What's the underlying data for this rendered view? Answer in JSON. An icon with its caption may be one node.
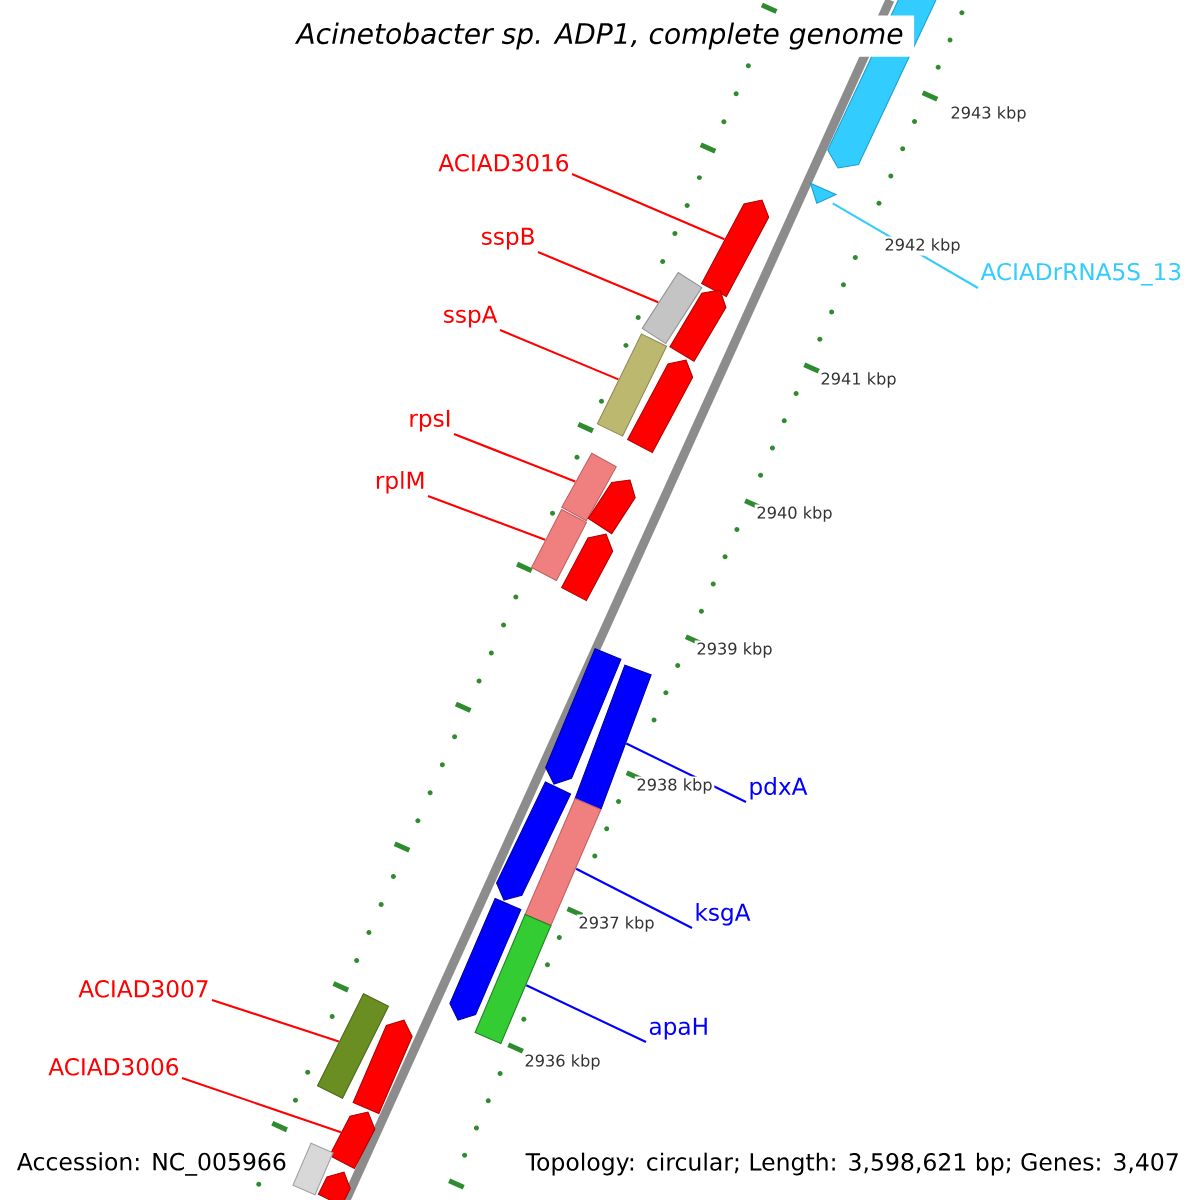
{
  "diagram": {
    "title": "Acinetobacter sp. ADP1, complete genome",
    "nodes": [
      {
        "text": [
          "ACIAD3016"
        ]
      },
      {
        "text": [
          "sspB"
        ]
      },
      {
        "text": [
          "ACIADrRNA5S_13"
        ]
      },
      {
        "text": [
          "sspA"
        ]
      },
      {
        "text": [
          "rpsI"
        ]
      },
      {
        "text": [
          "rplM"
        ]
      },
      {
        "text": [
          "pdxA"
        ]
      },
      {
        "text": [
          "ksgA"
        ]
      },
      {
        "text": [
          "ACIAD3007"
        ]
      },
      {
        "text": [
          "apaH"
        ]
      },
      {
        "text": [
          "ACIAD3006"
        ]
      },
      {
        "text": [],
        "shape": "arrow"
      },
      {
        "text": [],
        "shape": "triangle"
      },
      {
        "text": [],
        "shape": "pentagon"
      },
      {
        "text": [],
        "shape": "box"
      },
      {
        "text": [],
        "shape": "pentagon"
      },
      {
        "text": [],
        "shape": "box"
      },
      {
        "text": [],
        "shape": "pentagon"
      },
      {
        "text": [],
        "shape": "box"
      },
      {
        "text": [],
        "shape": "pentagon"
      },
      {
        "text": [],
        "shape": "box"
      },
      {
        "text": [],
        "shape": "pentagon"
      },
      {
        "text": [],
        "shape": "pentagon"
      },
      {
        "text": [],
        "shape": "box"
      },
      {
        "text": [],
        "shape": "pentagon"
      },
      {
        "text": [],
        "shape": "box"
      },
      {
        "text": [],
        "shape": "pentagon"
      },
      {
        "text": [],
        "shape": "box"
      },
      {
        "text": [],
        "shape": "box"
      },
      {
        "text": [],
        "shape": "pentagon"
      },
      {
        "text": [],
        "shape": "pentagon"
      },
      {
        "text": [],
        "shape": "box"
      },
      {
        "text": [],
        "shape": "pentagon"
      }
    ],
    "edges": [
      {
        "from": 0,
        "to": 13,
        "arrow": "none"
      },
      {
        "from": 1,
        "to": 14,
        "arrow": "none"
      },
      {
        "from": 2,
        "to": 12,
        "arrow": "none",
        "color": "#33ccff"
      },
      {
        "from": 3,
        "to": 16,
        "arrow": "none"
      },
      {
        "from": 4,
        "to": 18,
        "arrow": "none"
      },
      {
        "from": 5,
        "to": 20,
        "arrow": "none"
      },
      {
        "from": 6,
        "to": 23,
        "arrow": "none",
        "color": "#0000ff"
      },
      {
        "from": 7,
        "to": 25,
        "arrow": "none",
        "color": "#0000ff"
      },
      {
        "from": 8,
        "to": 28,
        "arrow": "none"
      },
      {
        "from": 9,
        "to": 27,
        "arrow": "none",
        "color": "#0000ff"
      },
      {
        "from": 10,
        "to": 30,
        "arrow": "none"
      }
    ],
    "labels": [
      "2943 kbp",
      "2942 kbp",
      "2941 kbp",
      "2940 kbp",
      "2939 kbp",
      "2938 kbp",
      "2937 kbp",
      "2936 kbp",
      "Accession: NC_005966",
      "Topology: circular; Length: 3,598,621 bp; Genes: 3,407"
    ]
  }
}
